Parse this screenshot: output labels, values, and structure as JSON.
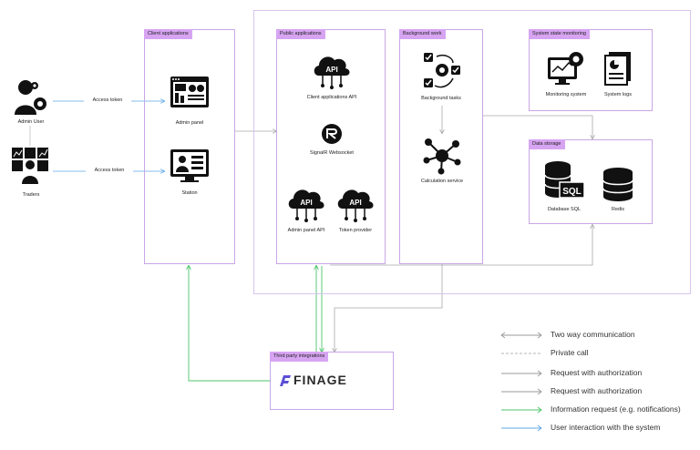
{
  "actors": {
    "admin_user": "Admin User",
    "traders": "Traders"
  },
  "edges": {
    "access_token_1": "Access token",
    "access_token_2": "Access token"
  },
  "groups": {
    "client": {
      "title": "Client applications",
      "admin_panel": "Admin panel",
      "station": "Station"
    },
    "public": {
      "title": "Public applications",
      "client_api": "Client applications API",
      "signalr": "SignalR Websocket",
      "admin_api": "Admin panel API",
      "token_provider": "Token provider",
      "api_text": "API"
    },
    "background": {
      "title": "Background work",
      "tasks": "Background tasks",
      "calc": "Calculation service"
    },
    "monitoring": {
      "title": "System state monitoring",
      "monitoring_system": "Monitoring system",
      "logs": "System logs"
    },
    "storage": {
      "title": "Data storage",
      "db": "Database SQL",
      "redis": "Redis",
      "sql_text": "SQL"
    },
    "third_party": {
      "title": "Third party integrations",
      "brand": "FINAGE"
    }
  },
  "legend": [
    {
      "label": "Two way communication",
      "color": "#9a9a9a",
      "style": "double-arrow"
    },
    {
      "label": "Private call",
      "color": "#b5b5b5",
      "style": "dashed"
    },
    {
      "label": "Request with authorization",
      "color": "#9a9a9a",
      "style": "arrow"
    },
    {
      "label": "Request with authorization",
      "color": "#9a9a9a",
      "style": "arrow"
    },
    {
      "label": "Information request (e.g. notifications)",
      "color": "#4cc46a",
      "style": "arrow"
    },
    {
      "label": "User interaction with the system",
      "color": "#5fa8e6",
      "style": "arrow"
    }
  ],
  "colors": {
    "tag": "#d7a4f2",
    "border": "#c9a6e6",
    "gray_line": "#a8a8a8",
    "green_line": "#4cc46a",
    "blue_line": "#5fa8e6"
  }
}
